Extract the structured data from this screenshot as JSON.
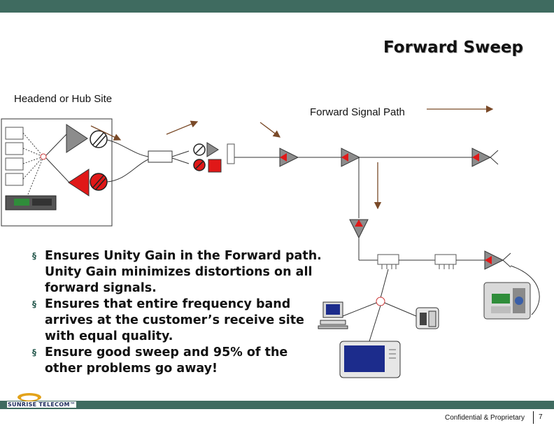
{
  "slide": {
    "title": "Forward Sweep",
    "headend_label": "Headend or Hub Site",
    "signal_path_label": "Forward Signal Path",
    "bullets": [
      "Ensures Unity Gain in the Forward path.  Unity Gain minimizes distortions on all forward signals.",
      "Ensures that entire frequency band arrives at the customer’s receive site with equal quality.",
      "Ensure good sweep and 95% of the other problems go away!"
    ],
    "bullet_marker": "§",
    "logo_text": "SUNRISE TELECOM™",
    "footer": "Confidential & Proprietary",
    "page_number": "7"
  },
  "colors": {
    "bar": "#3f6b60",
    "amplifier_gray": "#8c8c8c",
    "return_red": "#e01818",
    "instrument_panel": "#2f8d3a",
    "logo_gold": "#e2a21a",
    "logo_navy": "#1d2b5c"
  },
  "icons": {
    "amplifier": "triangle-amplifier-icon",
    "test_meter": "handheld-meter-icon",
    "computer": "desktop-computer-icon",
    "telephone": "telephone-icon",
    "television": "television-icon",
    "rack_unit": "rack-instrument-icon"
  }
}
